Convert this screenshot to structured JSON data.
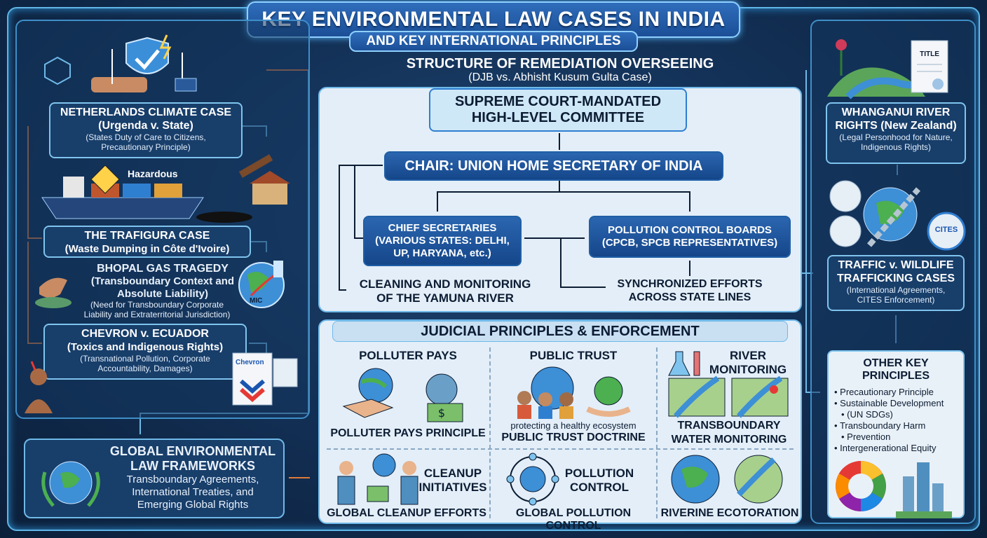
{
  "title": "KEY ENVIRONMENTAL LAW CASES IN INDIA",
  "subtitle": "AND KEY INTERNATIONAL PRINCIPLES",
  "left_cases": [
    {
      "title1": "NETHERLANDS CLIMATE CASE",
      "title2": "(Urgenda v. State)",
      "detail1": "(States Duty of Care to Citizens,",
      "detail2": "Precautionary Principle)"
    },
    {
      "title1": "THE TRAFIGURA CASE",
      "title2": "(Waste Dumping in Côte d'Ivoire)"
    },
    {
      "title1": "BHOPAL GAS TRAGEDY",
      "title2": "(Transboundary Context and",
      "title3": "Absolute Liability)",
      "detail1": "(Need for Transboundary Corporate",
      "detail2": "Liability and Extraterritorial Jurisdiction)"
    },
    {
      "title1": "CHEVRON v. ECUADOR",
      "title2": "(Toxics and Indigenous Rights)",
      "detail1": "(Transnational Pollution, Corporate",
      "detail2": "Accountability, Damages)"
    }
  ],
  "hazardous_label": "Hazardous",
  "mic_label": "MIC",
  "chevron_label": "Chevron",
  "global_box": {
    "title1": "GLOBAL ENVIRONMENTAL",
    "title2": "LAW FRAMEWORKS",
    "line1": "Transboundary Agreements,",
    "line2": "International Treaties, and",
    "line3": "Emerging Global Rights"
  },
  "structure": {
    "title": "STRUCTURE OF REMEDIATION OVERSEEING",
    "subtitle": "(DJB vs. Abhisht Kusum Gulta Case)",
    "committee1": "SUPREME COURT-MANDATED",
    "committee2": "HIGH-LEVEL COMMITTEE",
    "chair": "CHAIR: UNION HOME SECRETARY OF INDIA",
    "chief1": "CHIEF SECRETARIES",
    "chief2": "(VARIOUS STATES: DELHI,",
    "chief3": "UP, HARYANA, etc.)",
    "pcb1": "POLLUTION CONTROL BOARDS",
    "pcb2": "(CPCB, SPCB REPRESENTATIVES)",
    "clean1": "CLEANING AND MONITORING",
    "clean2": "OF THE YAMUNA RIVER",
    "sync1": "SYNCHRONIZED EFFORTS",
    "sync2": "ACROSS STATE LINES"
  },
  "judicial": {
    "title": "JUDICIAL PRINCIPLES & ENFORCEMENT",
    "polluter_pays": "POLLUTER PAYS",
    "polluter_pays_principle": "POLLUTER PAYS PRINCIPLE",
    "public_trust": "PUBLIC TRUST",
    "public_trust_caption": "protecting a healthy ecosystem",
    "public_trust_doctrine": "PUBLIC TRUST DOCTRINE",
    "river1": "RIVER",
    "river2": "MONITORING",
    "trans1": "TRANSBOUNDARY",
    "trans2": "WATER MONITORING",
    "cleanup1": "CLEANUP",
    "cleanup2": "INITIATIVES",
    "global_cleanup": "GLOBAL CLEANUP EFFORTS",
    "pollution1": "POLLUTION",
    "pollution2": "CONTROL",
    "global_pollution": "GLOBAL POLLUTION CONTROL",
    "riverine": "RIVERINE ECOTORATION"
  },
  "right_cases": [
    {
      "title1": "WHANGANUI RIVER",
      "title2": "RIGHTS (New Zealand)",
      "detail1": "(Legal Personhood for Nature,",
      "detail2": "Indigenous Rights)"
    },
    {
      "title1": "TRAFFIC v. WILDLIFE",
      "title2": "TRAFFICKING CASES",
      "detail1": "(International Agreements,",
      "detail2": "CITES Enforcement)"
    }
  ],
  "title_doc_label": "TITLE",
  "cites_label": "CITES",
  "other_principles": {
    "title": "OTHER KEY PRINCIPLES",
    "items": [
      "Precautionary Principle",
      "Sustainable Development",
      "(UN SDGs)",
      "Transboundary Harm",
      "Prevention",
      "Intergenerational Equity"
    ]
  }
}
